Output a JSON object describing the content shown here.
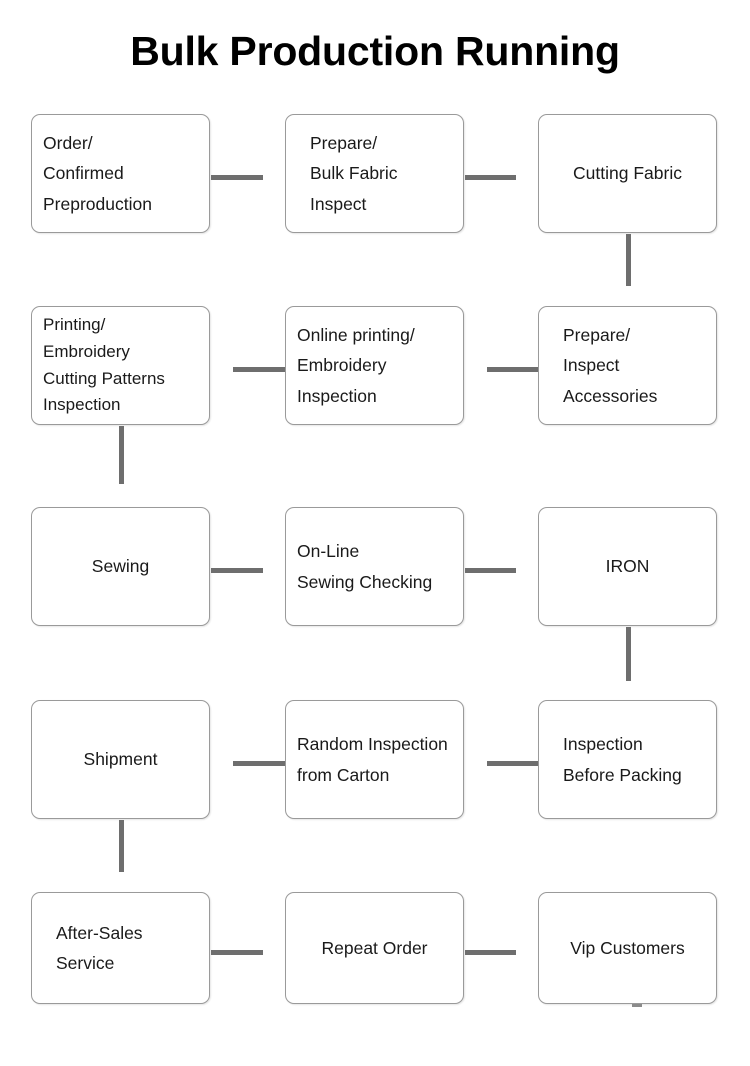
{
  "title": "Bulk Production Running",
  "colors": {
    "node_border": "#9a9a9a",
    "node_fill": "#ffffff",
    "arrow": "#6e6e6e",
    "text": "#1a1a1a",
    "title": "#000000",
    "background": "#ffffff"
  },
  "flowchart": {
    "type": "process-flow",
    "direction": "boustrophedon (serpentine: row1 left-to-right, row2 right-to-left, ...)",
    "rows": 5,
    "columns": 3,
    "nodes": [
      {
        "id": "n1",
        "label": "Order/\nConfirmed\nPreproduction",
        "row": 1,
        "col": 1
      },
      {
        "id": "n2",
        "label": "Prepare/\nBulk Fabric\nInspect",
        "row": 1,
        "col": 2
      },
      {
        "id": "n3",
        "label": "Cutting Fabric",
        "row": 1,
        "col": 3
      },
      {
        "id": "n4",
        "label": "Prepare/\nInspect\nAccessories",
        "row": 2,
        "col": 3
      },
      {
        "id": "n5",
        "label": "Online printing/\nEmbroidery\nInspection",
        "row": 2,
        "col": 2
      },
      {
        "id": "n6",
        "label": "Printing/\nEmbroidery\nCutting Patterns\nInspection",
        "row": 2,
        "col": 1
      },
      {
        "id": "n7",
        "label": "Sewing",
        "row": 3,
        "col": 1
      },
      {
        "id": "n8",
        "label": "On-Line\nSewing Checking",
        "row": 3,
        "col": 2
      },
      {
        "id": "n9",
        "label": "IRON",
        "row": 3,
        "col": 3
      },
      {
        "id": "n10",
        "label": "Inspection\nBefore Packing",
        "row": 4,
        "col": 3
      },
      {
        "id": "n11",
        "label": "Random Inspection\nfrom Carton",
        "row": 4,
        "col": 2
      },
      {
        "id": "n12",
        "label": "Shipment",
        "row": 4,
        "col": 1
      },
      {
        "id": "n13",
        "label": "After-Sales\nService",
        "row": 5,
        "col": 1
      },
      {
        "id": "n14",
        "label": "Repeat Order",
        "row": 5,
        "col": 2
      },
      {
        "id": "n15",
        "label": "Vip Customers",
        "row": 5,
        "col": 3
      }
    ],
    "edges": [
      {
        "from": "n1",
        "to": "n2",
        "direction": "right"
      },
      {
        "from": "n2",
        "to": "n3",
        "direction": "right"
      },
      {
        "from": "n3",
        "to": "n4",
        "direction": "down"
      },
      {
        "from": "n4",
        "to": "n5",
        "direction": "left"
      },
      {
        "from": "n5",
        "to": "n6",
        "direction": "left"
      },
      {
        "from": "n6",
        "to": "n7",
        "direction": "down"
      },
      {
        "from": "n7",
        "to": "n8",
        "direction": "right"
      },
      {
        "from": "n8",
        "to": "n9",
        "direction": "right"
      },
      {
        "from": "n9",
        "to": "n10",
        "direction": "down"
      },
      {
        "from": "n10",
        "to": "n11",
        "direction": "left"
      },
      {
        "from": "n11",
        "to": "n12",
        "direction": "left"
      },
      {
        "from": "n12",
        "to": "n13",
        "direction": "down"
      },
      {
        "from": "n13",
        "to": "n14",
        "direction": "right"
      },
      {
        "from": "n14",
        "to": "n15",
        "direction": "right"
      }
    ]
  }
}
